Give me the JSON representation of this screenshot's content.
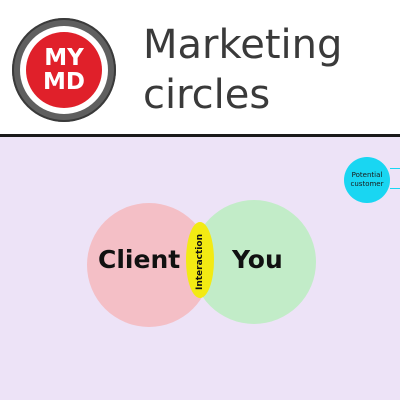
{
  "header": {
    "logo": {
      "line1": "MY",
      "line2": "MD"
    },
    "title_line1": "Marketing",
    "title_line2": "circles"
  },
  "diagram": {
    "client": "Client",
    "you": "You",
    "overlap": "Interaction",
    "potential": {
      "line1": "Potential",
      "line2": "customer"
    }
  },
  "colors": {
    "logo_red": "#e0202a",
    "client_fill": "#f4bfc6",
    "you_fill": "#c2ecc8",
    "interaction_fill": "#f3ea13",
    "potential_fill": "#19d6f2",
    "canvas_bg": "#ede3f7"
  }
}
